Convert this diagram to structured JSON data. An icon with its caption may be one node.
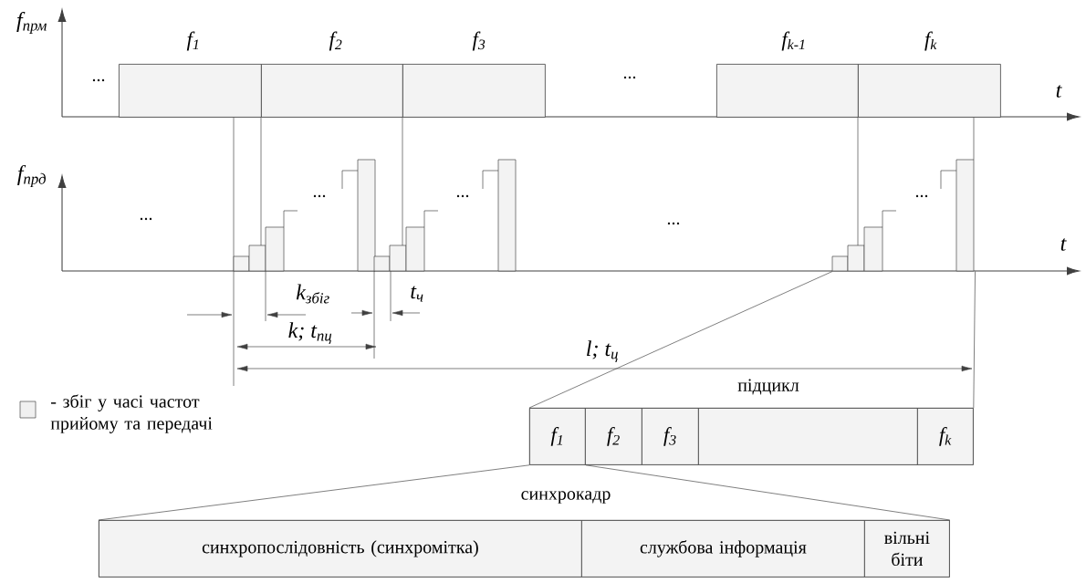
{
  "diagram": {
    "nodes": [
      {
        "text": [
          "f$_{1}$"
        ]
      },
      {
        "text": [
          "f$_{2}$"
        ]
      },
      {
        "text": [
          "f$_{3}$"
        ]
      },
      {
        "text": [
          "f$_{k-1}$"
        ]
      },
      {
        "text": [
          "f$_{k}$"
        ]
      },
      {
        "text": [],
        "shape": "bar"
      },
      {
        "text": [
          "підцикл"
        ]
      },
      {
        "text": [
          "f$_{1}$"
        ],
        "in": 6
      },
      {
        "text": [
          "f$_{2}$"
        ],
        "in": 6
      },
      {
        "text": [
          "f$_{3}$"
        ],
        "in": 6
      },
      {
        "text": [],
        "shape": "box",
        "in": 6
      },
      {
        "text": [
          "f$_{k}$"
        ],
        "in": 6
      },
      {
        "text": [
          "синхрокадр"
        ]
      },
      {
        "text": [
          "синхропослідовність (синхромітка)"
        ],
        "in": 12
      },
      {
        "text": [
          "службова інформація"
        ],
        "in": 12
      },
      {
        "text": [
          "вільні біти"
        ],
        "in": 12
      }
    ],
    "edges": [
      {
        "from": 5,
        "to": 6,
        "arrow": "none"
      },
      {
        "from": 5,
        "to": 6,
        "arrow": "none"
      },
      {
        "from": 7,
        "to": 12,
        "arrow": "none"
      },
      {
        "from": 7,
        "to": 12,
        "arrow": "none"
      }
    ],
    "labels": [
      "f$_{прм}$",
      "t",
      "...",
      "...",
      "f$_{прд}$",
      "t",
      "...",
      "...",
      "...",
      "...",
      "...",
      "k$_{збіг}$",
      "t$_{ч}$",
      "k; t$_{пц}$",
      "l; t$_{ц}$"
    ],
    "legend": [
      {
        "text": "- збіг у часі частот прийому та передачі",
        "color": "#f0f0f0"
      }
    ]
  }
}
